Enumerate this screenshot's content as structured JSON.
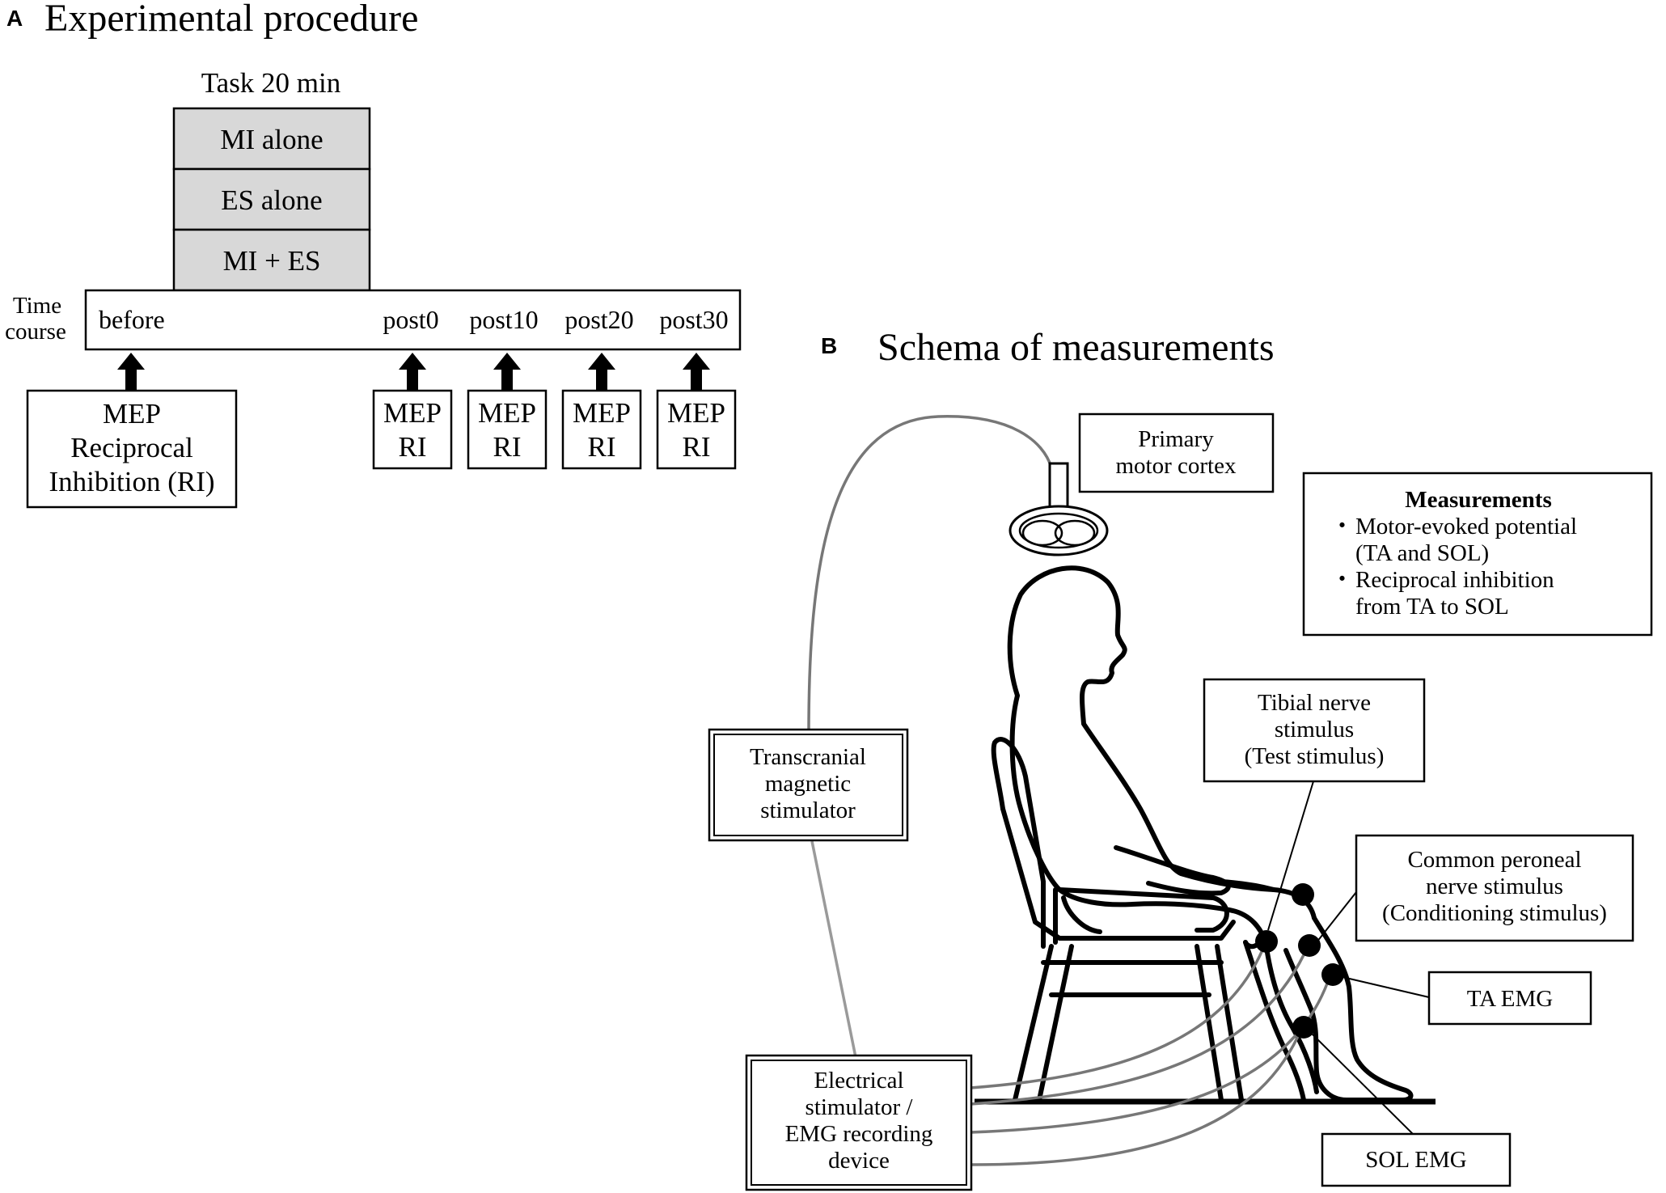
{
  "panel_a": {
    "letter": "A",
    "title": "Experimental procedure",
    "task_label": "Task  20 min",
    "conditions": [
      "MI alone",
      "ES alone",
      "MI + ES"
    ],
    "time_course_label": [
      "Time",
      "course"
    ],
    "timepoints": [
      "before",
      "post0",
      "post10",
      "post20",
      "post30"
    ],
    "before_box": [
      "MEP",
      "Reciprocal",
      "Inhibition  (RI)"
    ],
    "post_box": [
      "MEP",
      "RI"
    ]
  },
  "panel_b": {
    "letter": "B",
    "title": "Schema of measurements",
    "primary_motor_cortex": [
      "Primary",
      "motor cortex"
    ],
    "measurements": {
      "heading": "Measurements",
      "bullet": "・",
      "items": [
        [
          "Motor-evoked potential",
          "(TA and SOL)"
        ],
        [
          "Reciprocal inhibition",
          "from TA to SOL"
        ]
      ]
    },
    "tms": [
      "Transcranial",
      "magnetic",
      "stimulator"
    ],
    "tibial": [
      "Tibial nerve",
      "stimulus",
      "(Test stimulus)"
    ],
    "peroneal": [
      "Common peroneal",
      "nerve stimulus",
      "(Conditioning stimulus)"
    ],
    "ta_emg": "TA EMG",
    "sol_emg": "SOL EMG",
    "device": [
      "Electrical",
      "stimulator /",
      "EMG recording",
      "device"
    ]
  }
}
